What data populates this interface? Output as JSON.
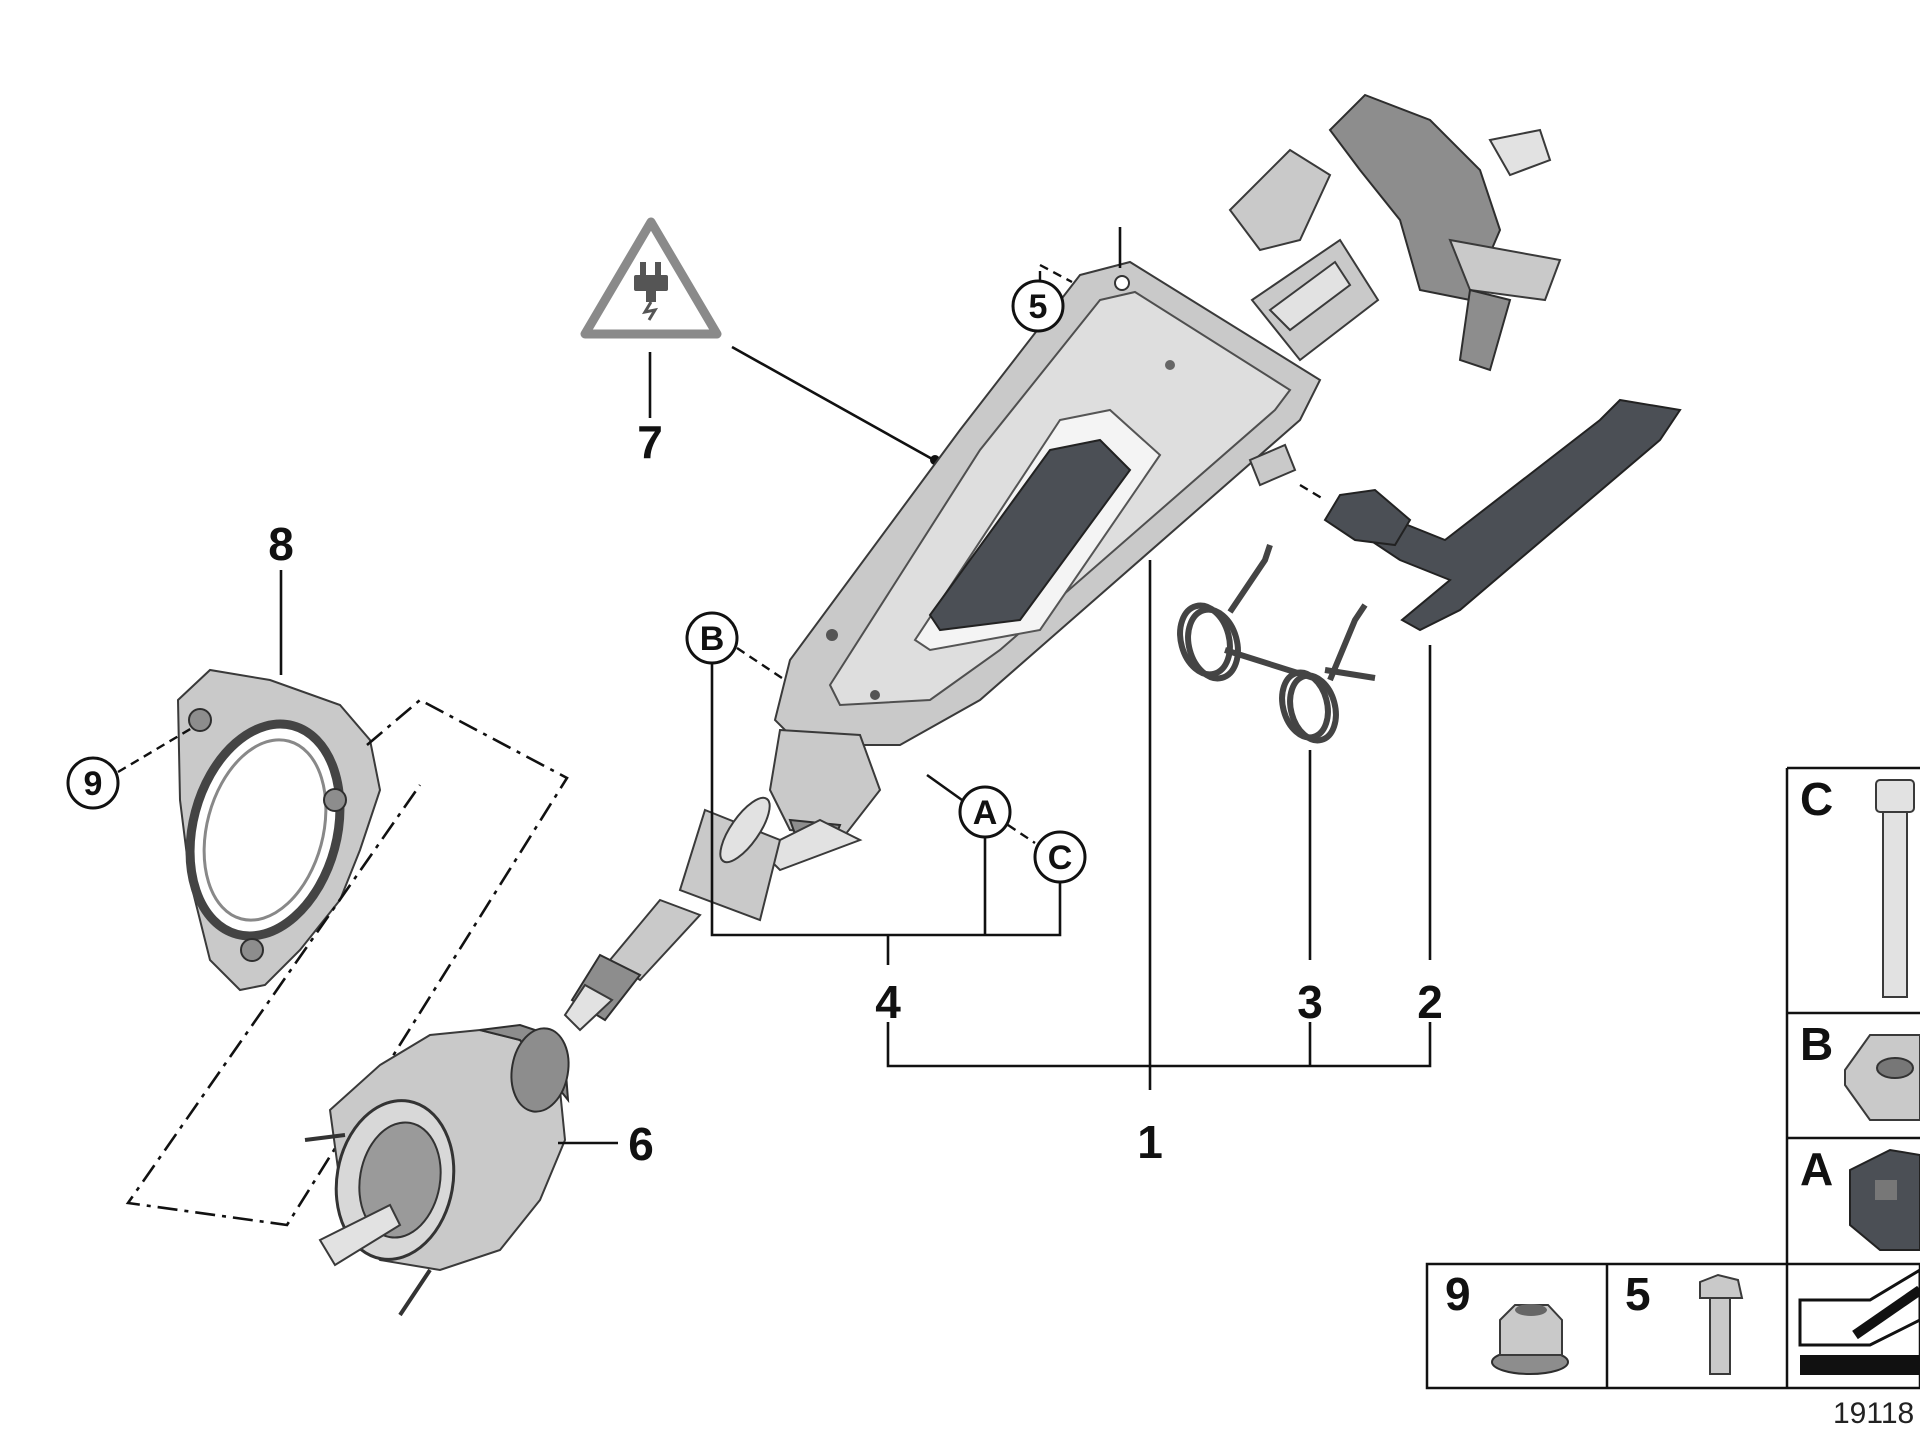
{
  "diagram": {
    "callouts": [
      {
        "id": "1",
        "label": "1"
      },
      {
        "id": "2",
        "label": "2"
      },
      {
        "id": "3",
        "label": "3"
      },
      {
        "id": "4",
        "label": "4"
      },
      {
        "id": "5",
        "label": "5"
      },
      {
        "id": "6",
        "label": "6"
      },
      {
        "id": "7",
        "label": "7"
      },
      {
        "id": "8",
        "label": "8"
      },
      {
        "id": "9",
        "label": "9"
      }
    ],
    "circled_refs": {
      "B": "B",
      "A": "A",
      "C": "C",
      "five": "5",
      "nine": "9"
    },
    "warning_icon": "electrical-plug-warning-icon",
    "side_panel": {
      "C": "C",
      "B": "B",
      "A": "A"
    },
    "bottom_panel": {
      "nine": "9",
      "five": "5"
    },
    "reference_number": "19118"
  }
}
